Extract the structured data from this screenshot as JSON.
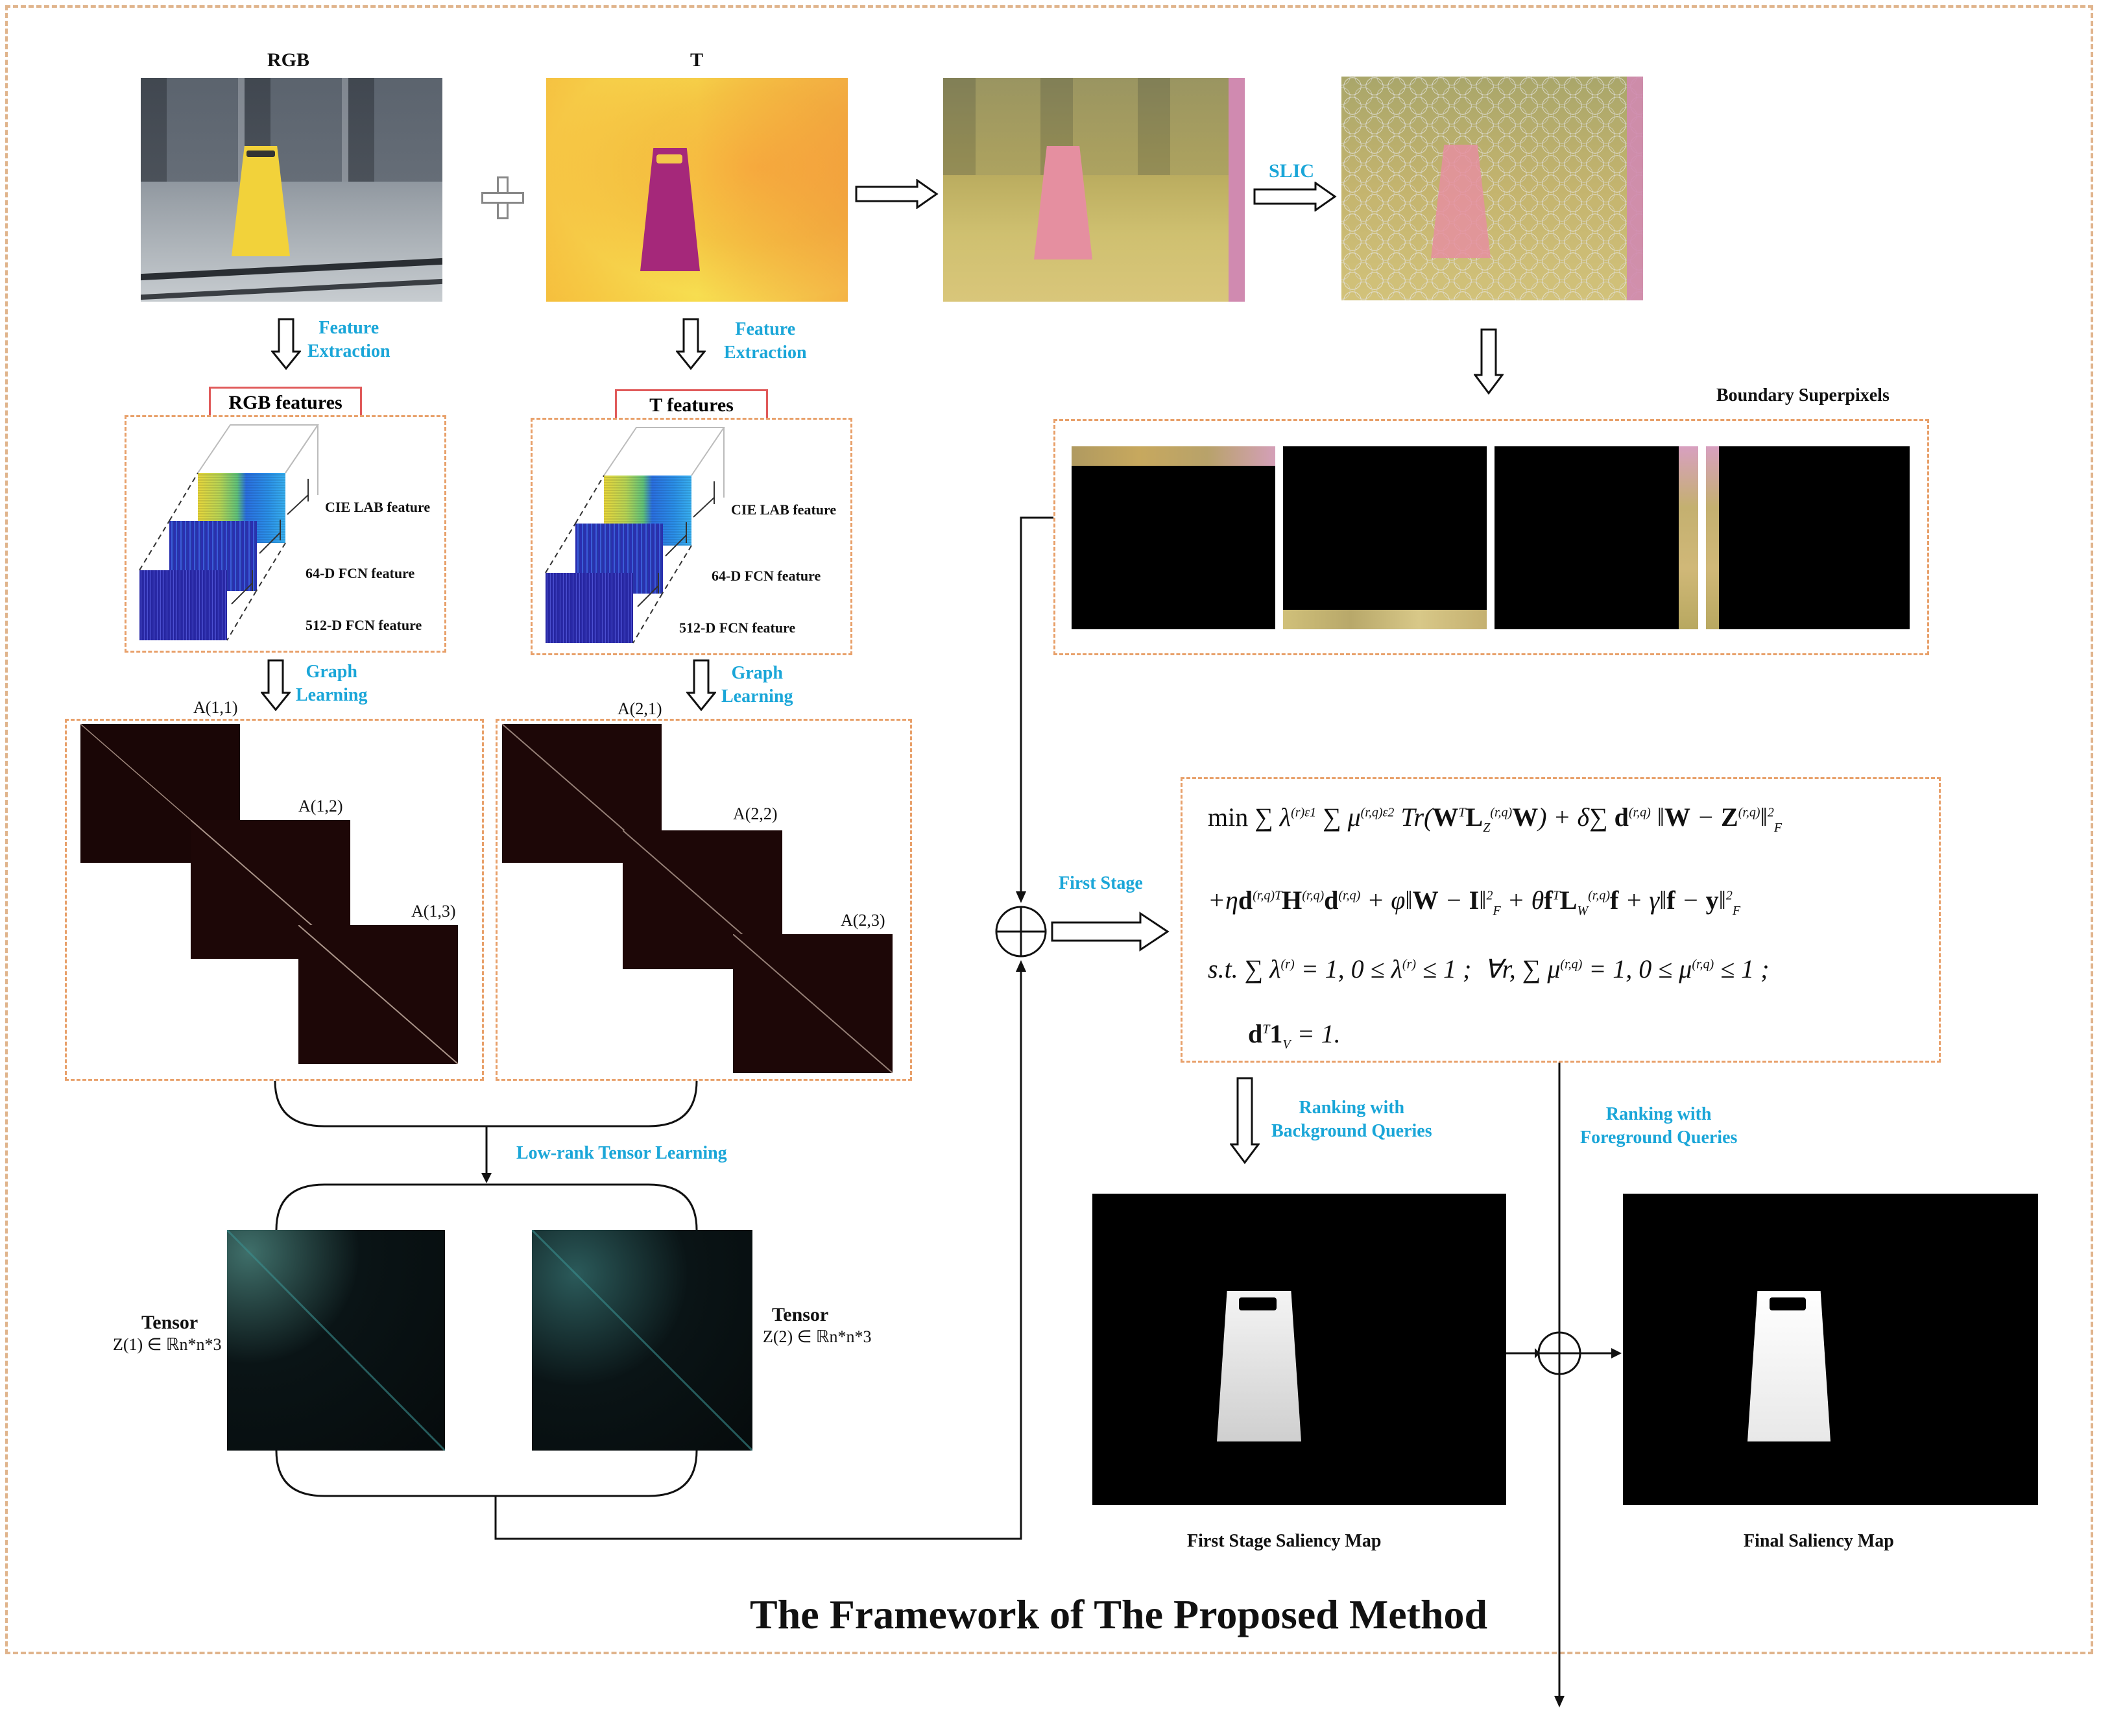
{
  "title": "The Framework of The Proposed Method",
  "inputs": {
    "rgb_label": "RGB",
    "t_label": "T",
    "plus": "+",
    "slic_label": "SLIC"
  },
  "feature_extraction": {
    "rgb_text": [
      "Feature",
      "Extraction"
    ],
    "t_text": [
      "Feature",
      "Extraction"
    ]
  },
  "features": {
    "rgb_title": "RGB features",
    "t_title": "T features",
    "cie": "CIE LAB feature",
    "fcn64": "64-D FCN feature",
    "fcn512": "512-D FCN feature"
  },
  "graph_learning": {
    "rgb_text": [
      "Graph",
      "Learning"
    ],
    "t_text": [
      "Graph",
      "Learning"
    ],
    "rgb_matrices": [
      "A(1,1)",
      "A(1,2)",
      "A(1,3)"
    ],
    "t_matrices": [
      "A(2,1)",
      "A(2,2)",
      "A(2,3)"
    ]
  },
  "tensor": {
    "learning_label": "Low-rank Tensor Learning",
    "left_word": "Tensor",
    "left_symbol": "Z(1) ∈ ℝn*n*3",
    "right_word": "Tensor",
    "right_symbol": "Z(2) ∈ ℝn*n*3"
  },
  "boundary": {
    "title": "Boundary Superpixels"
  },
  "stages": {
    "first_stage": "First Stage",
    "ranking_bg": [
      "Ranking with",
      "Background Queries"
    ],
    "ranking_fg": [
      "Ranking with",
      "Foreground Queries"
    ],
    "first_map_caption": "First Stage Saliency Map",
    "final_map_caption": "Final Saliency Map"
  },
  "colors": {
    "accent_blue": "#1aa6d8",
    "dashed_orange": "#e8a06a",
    "red_label_box": "#e05a5a"
  }
}
